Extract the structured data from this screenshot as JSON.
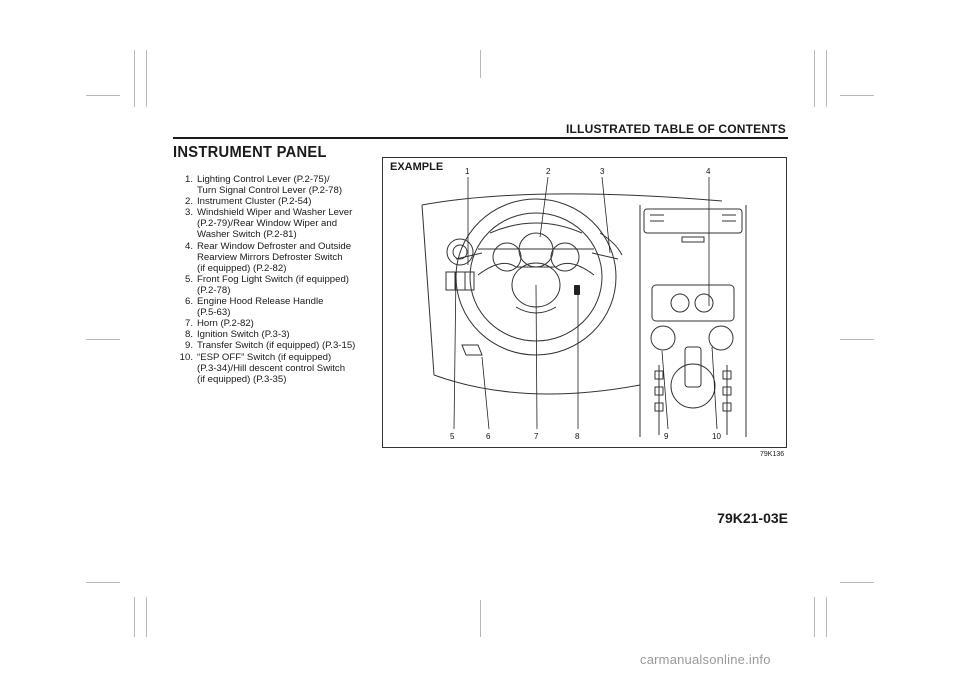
{
  "header": {
    "title": "ILLUSTRATED TABLE OF CONTENTS"
  },
  "section": {
    "title": "INSTRUMENT PANEL"
  },
  "toc": [
    {
      "num": "1.",
      "lines": [
        "Lighting Control Lever (P.2-75)/",
        "Turn Signal Control Lever (P.2-78)"
      ]
    },
    {
      "num": "2.",
      "lines": [
        "Instrument Cluster (P.2-54)"
      ]
    },
    {
      "num": "3.",
      "lines": [
        "Windshield Wiper and Washer Lever",
        "(P.2-79)/Rear Window Wiper and",
        "Washer Switch (P.2-81)"
      ]
    },
    {
      "num": "4.",
      "lines": [
        "Rear Window Defroster and Outside",
        "Rearview Mirrors Defroster Switch",
        "(if equipped) (P.2-82)"
      ]
    },
    {
      "num": "5.",
      "lines": [
        "Front Fog Light Switch (if equipped)",
        "(P.2-78)"
      ]
    },
    {
      "num": "6.",
      "lines": [
        "Engine Hood Release Handle",
        "(P.5-63)"
      ]
    },
    {
      "num": "7.",
      "lines": [
        "Horn (P.2-82)"
      ]
    },
    {
      "num": "8.",
      "lines": [
        "Ignition Switch (P.3-3)"
      ]
    },
    {
      "num": "9.",
      "lines": [
        "Transfer Switch (if equipped) (P.3-15)"
      ]
    },
    {
      "num": "10.",
      "lines": [
        "“ESP OFF” Switch (if equipped)",
        "(P.3-34)/Hill descent control Switch",
        "(if equipped) (P.3-35)"
      ]
    }
  ],
  "figure": {
    "label": "EXAMPLE",
    "code": "79K136",
    "callouts_top": [
      "1",
      "2",
      "3",
      "4"
    ],
    "callouts_bottom": [
      "5",
      "6",
      "7",
      "8",
      "9",
      "10"
    ]
  },
  "footer": {
    "code": "79K21-03E"
  },
  "watermark": "carmanualsonline.info"
}
